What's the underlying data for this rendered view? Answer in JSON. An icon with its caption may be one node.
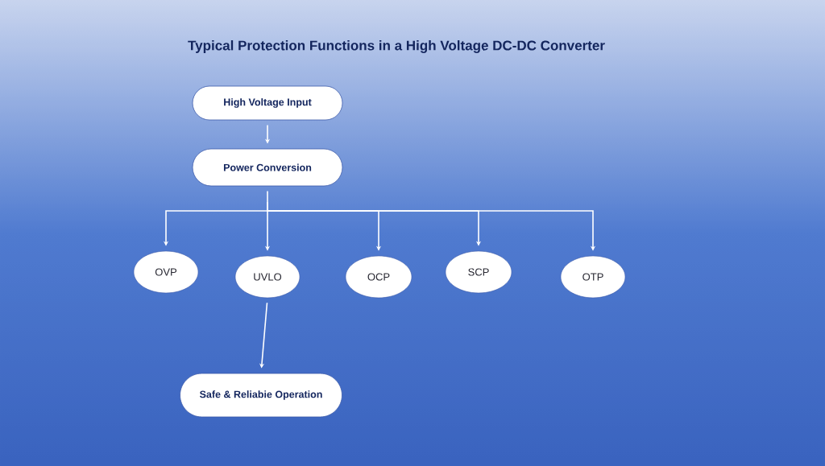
{
  "diagram": {
    "title": "Typical Protection Functions in a High Voltage DC-DC Converter",
    "nodes": [
      {
        "text": [
          "High Voltage Input"
        ]
      },
      {
        "text": [
          "Power Conversion"
        ]
      },
      {
        "text": [
          "OVP"
        ]
      },
      {
        "text": [
          "UVLO"
        ]
      },
      {
        "text": [
          "OCP"
        ]
      },
      {
        "text": [
          "SCP"
        ]
      },
      {
        "text": [
          "OTP"
        ]
      },
      {
        "text": [
          "Safe & Reliabie Operation"
        ]
      }
    ],
    "edges": [
      {
        "from": 0,
        "to": 1,
        "arrow": "to"
      },
      {
        "from": 1,
        "to": 2,
        "arrow": "to"
      },
      {
        "from": 1,
        "to": 3,
        "arrow": "to"
      },
      {
        "from": 1,
        "to": 4,
        "arrow": "to"
      },
      {
        "from": 1,
        "to": 5,
        "arrow": "to"
      },
      {
        "from": 1,
        "to": 6,
        "arrow": "to"
      },
      {
        "from": 3,
        "to": 7,
        "arrow": "to"
      }
    ]
  }
}
